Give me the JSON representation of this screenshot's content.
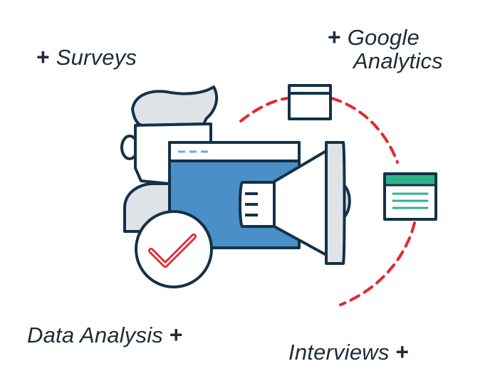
{
  "labels": {
    "surveys": "Surveys",
    "google_line1": "Google",
    "google_line2": "Analytics",
    "data_analysis": "Data Analysis",
    "interviews": "Interviews",
    "plus": "+"
  },
  "colors": {
    "outline": "#123248",
    "screen_blue": "#4a8fc8",
    "light_gray": "#dfe3e7",
    "accent_red": "#e8262e",
    "accent_green": "#2db38a",
    "dash_blue": "#6fa8d8",
    "text": "#1e2b3a"
  },
  "icons": [
    "person-icon",
    "browser-window-icon",
    "megaphone-icon",
    "checkmark-badge-icon",
    "small-window-icon",
    "form-window-icon",
    "dashed-cycle-arc"
  ]
}
